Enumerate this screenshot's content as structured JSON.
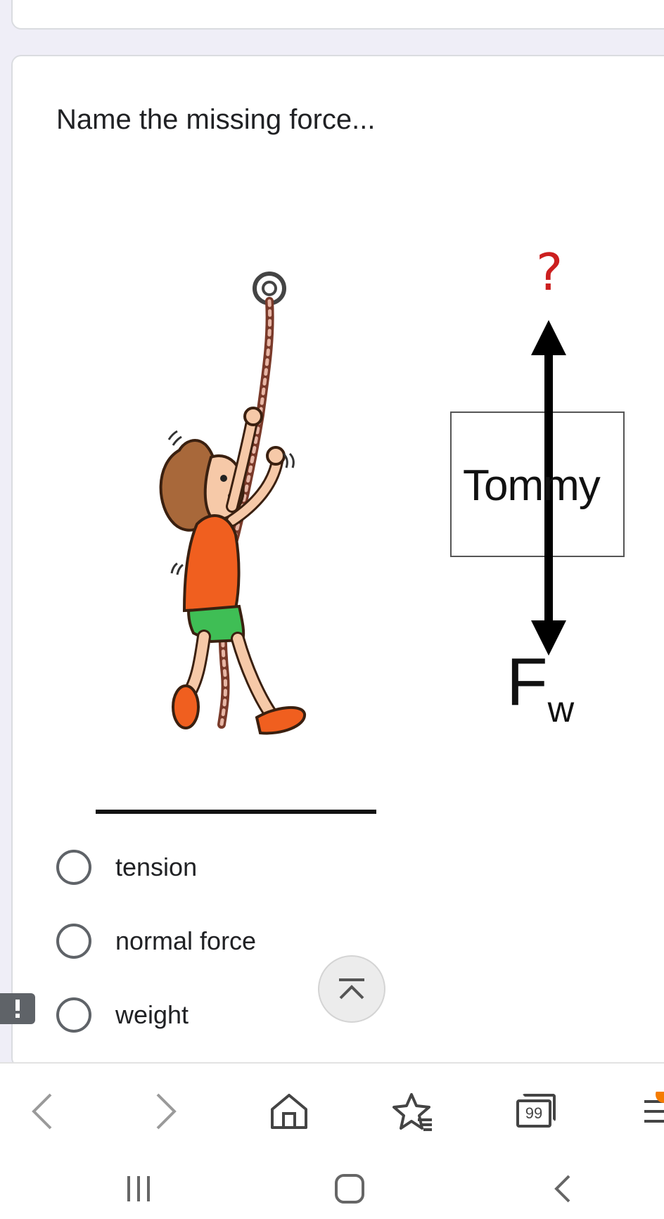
{
  "question": {
    "title": "Name the missing force..."
  },
  "diagram": {
    "box_label": "Tommy",
    "up_label": "?",
    "down_label_main": "F",
    "down_label_sub": "w"
  },
  "options": [
    {
      "label": "tension"
    },
    {
      "label": "normal force"
    },
    {
      "label": "weight"
    }
  ],
  "browser_bar": {
    "tabs_count": "99",
    "icons": [
      "back-icon",
      "forward-icon",
      "home-icon",
      "bookmarks-icon",
      "tabs-icon",
      "menu-icon"
    ]
  },
  "system_nav": {
    "icons": [
      "recent-apps-icon",
      "home-icon",
      "back-icon"
    ]
  },
  "colors": {
    "question_mark": "#cc1f1f",
    "badge": "#f57c00",
    "radio_border": "#5f6368"
  }
}
